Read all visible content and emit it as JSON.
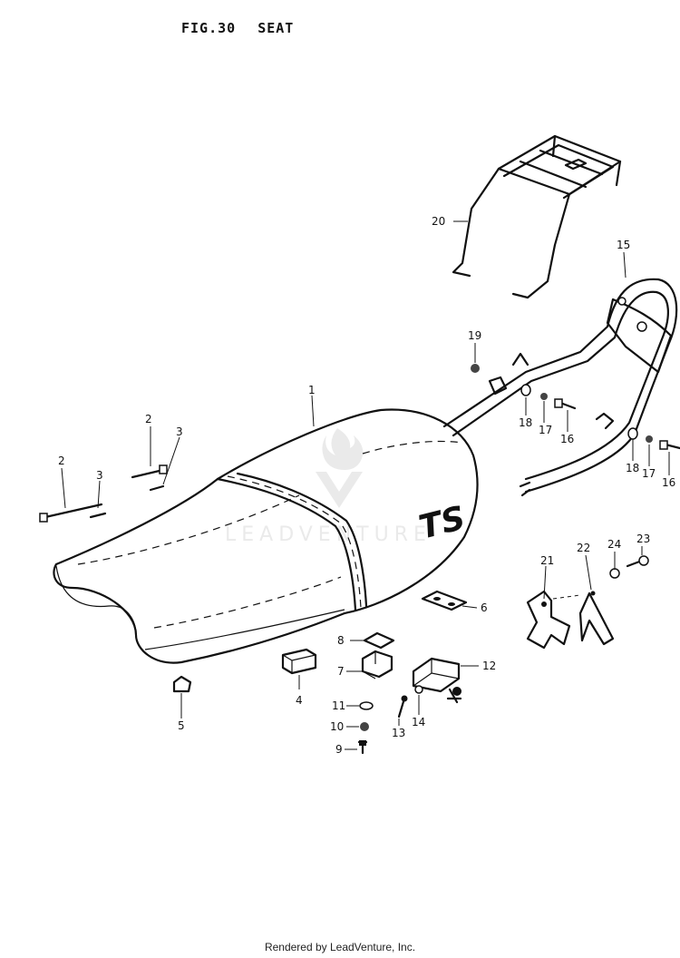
{
  "figure": {
    "number": "FIG.30",
    "title": "SEAT"
  },
  "seat_logo": "TS",
  "watermark": "LEADVENTURE",
  "footer": "Rendered by LeadVenture, Inc.",
  "callouts": {
    "c1": "1",
    "c2a": "2",
    "c2b": "2",
    "c3a": "3",
    "c3b": "3",
    "c4": "4",
    "c5": "5",
    "c6": "6",
    "c7": "7",
    "c8": "8",
    "c9": "9",
    "c10": "10",
    "c11": "11",
    "c12": "12",
    "c13": "13",
    "c14": "14",
    "c15": "15",
    "c16a": "16",
    "c16b": "16",
    "c17a": "17",
    "c17b": "17",
    "c18a": "18",
    "c18b": "18",
    "c19": "19",
    "c20": "20",
    "c21": "21",
    "c22": "22",
    "c23": "23",
    "c24": "24"
  }
}
